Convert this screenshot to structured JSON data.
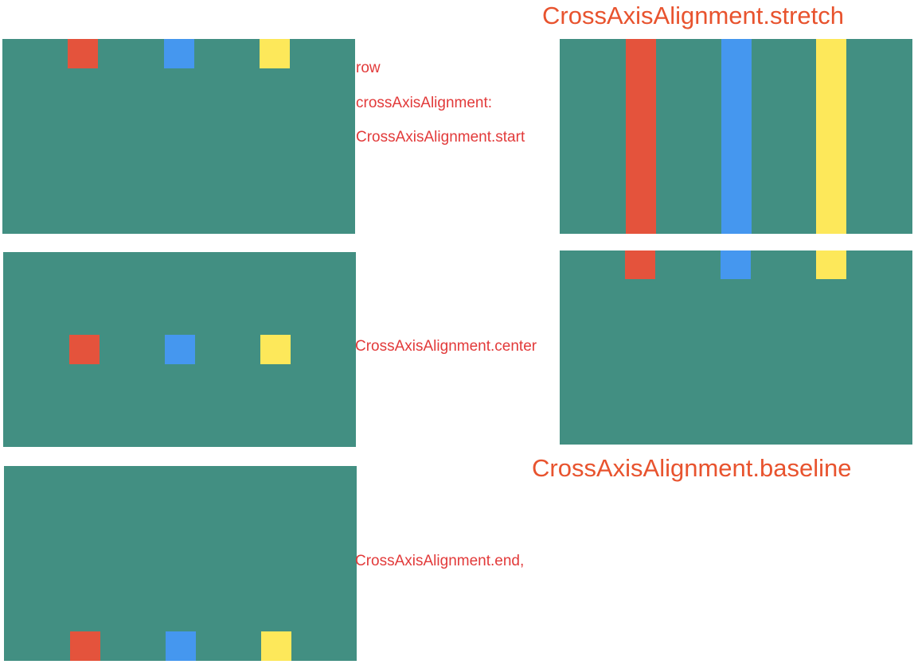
{
  "colors": {
    "panel": "#428f82",
    "red": "#e4533c",
    "blue": "#4597ef",
    "yellow": "#fde85a",
    "label_small": "#e23a3a",
    "label_big": "#e8532e"
  },
  "labels": {
    "row": "row",
    "cross_axis_alignment_prop": "crossAxisAlignment:",
    "start": "CrossAxisAlignment.start",
    "center": "CrossAxisAlignment.center",
    "end": "CrossAxisAlignment.end,",
    "stretch": "CrossAxisAlignment.stretch",
    "baseline": "CrossAxisAlignment.baseline"
  }
}
